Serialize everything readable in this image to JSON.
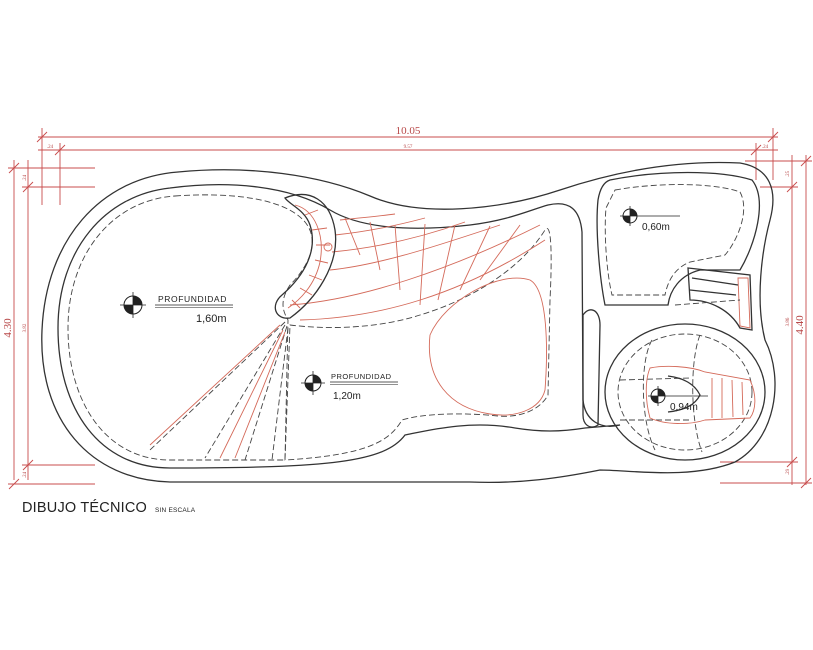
{
  "dimensions": {
    "total_length": "10.05",
    "inner_length": "9.57",
    "left_margin_top": ".24",
    "right_margin_top": ".24",
    "left_height": "4.30",
    "left_inner_height": "3.82",
    "left_margin_upper": ".24",
    "left_margin_lower": ".24",
    "right_height": "4.40",
    "right_inner_height": "3.86",
    "right_margin_upper": ".25",
    "right_margin_lower": ".29"
  },
  "depths": [
    {
      "heading": "PROFUNDIDAD",
      "value": "1,60m"
    },
    {
      "heading": "PROFUNDIDAD",
      "value": "1,20m"
    },
    {
      "heading": "",
      "value": "0,60m"
    },
    {
      "heading": "",
      "value": "0,94m"
    }
  ],
  "title": {
    "main": "DIBUJO TÉCNICO",
    "sub": "SIN ESCALA"
  },
  "colors": {
    "dimension": "#c84c4c",
    "outline": "#333333",
    "steps": "#d46a5a"
  }
}
